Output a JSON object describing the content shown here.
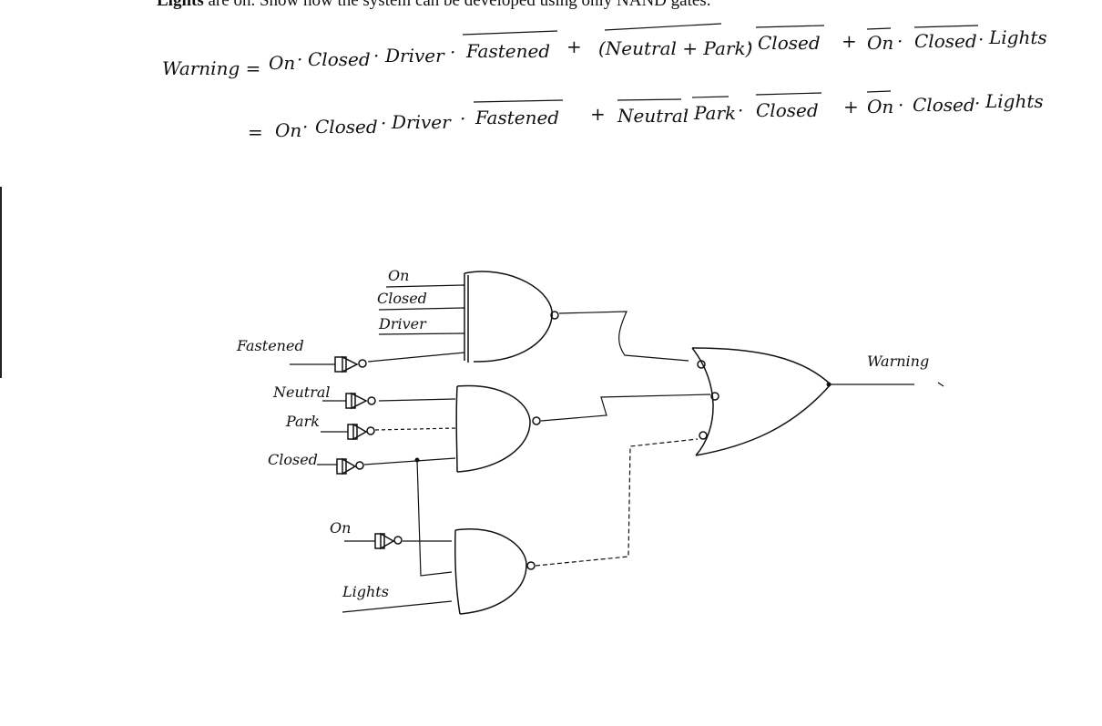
{
  "header": {
    "bold_word": "Lights",
    "rest": " are on.  Show how the system can be developed using only NAND gates."
  },
  "equation": {
    "line1": {
      "lhs": "Warning =",
      "term1": [
        "On",
        "·",
        "Closed",
        "·",
        "Driver",
        "·",
        "Fastened"
      ],
      "plus1": "+",
      "term2": [
        "(Neutral + Park)",
        "·",
        "Closed"
      ],
      "plus2": "+",
      "term3": [
        "On",
        "·",
        "Closed",
        "·",
        "Lights"
      ]
    },
    "line2": {
      "lhs": "=",
      "term1": [
        "On",
        "·",
        "Closed",
        "·",
        "Driver",
        "·",
        "Fastened"
      ],
      "plus1": "+",
      "term2": [
        "Neutral",
        "·",
        "Park",
        "·",
        "Closed"
      ],
      "plus2": "+",
      "term3": [
        "On",
        "·",
        "Closed",
        "·",
        "Lights"
      ]
    }
  },
  "circuit": {
    "inputs": {
      "on_top": "On",
      "closed_top": "Closed",
      "driver": "Driver",
      "fastened": "Fastened",
      "neutral": "Neutral",
      "park": "Park",
      "closed_mid": "Closed",
      "on_bottom": "On",
      "lights": "Lights"
    },
    "output": "Warning"
  }
}
